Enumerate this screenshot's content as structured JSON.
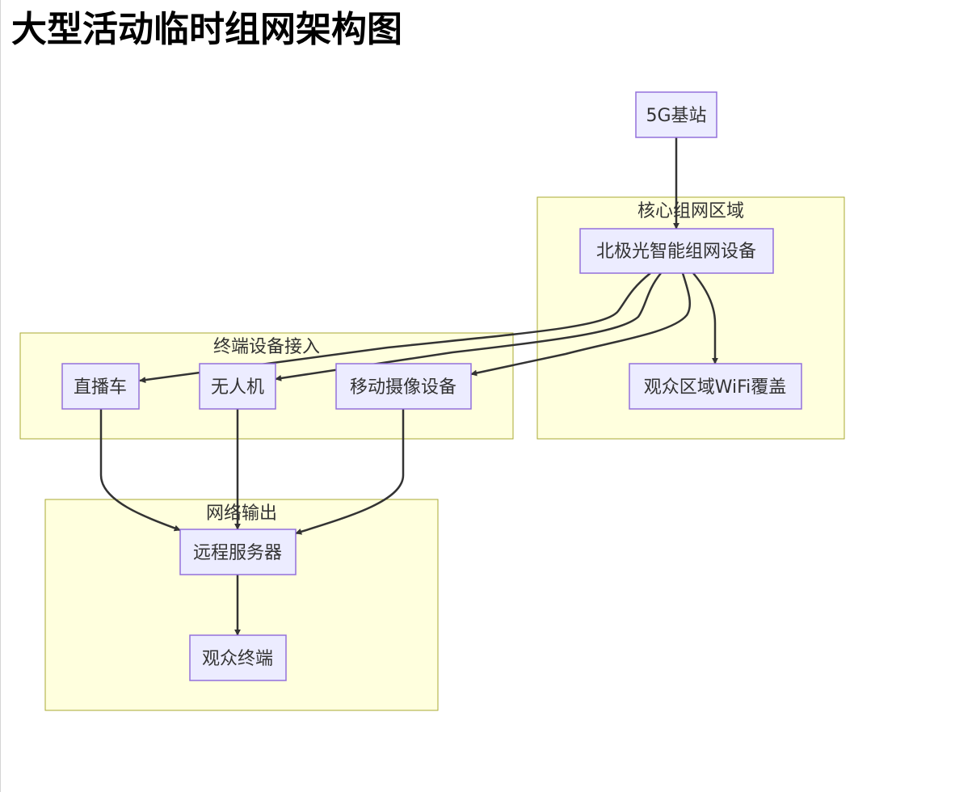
{
  "title": "大型活动临时组网架构图",
  "colors": {
    "node_fill": "#ececff",
    "node_stroke": "#9370db",
    "cluster_fill": "#ffffde",
    "cluster_stroke": "#aaaa33",
    "edge": "#333333",
    "text": "#333333"
  },
  "clusters": {
    "core": "核心组网区域",
    "terminal": "终端设备接入",
    "output": "网络输出"
  },
  "nodes": {
    "base_station": "5G基站",
    "aurora": "北极光智能组网设备",
    "wifi": "观众区域WiFi覆盖",
    "broadcast_van": "直播车",
    "drone": "无人机",
    "camera": "移动摄像设备",
    "server": "远程服务器",
    "audience_terminal": "观众终端"
  },
  "edges": [
    {
      "from": "base_station",
      "to": "aurora"
    },
    {
      "from": "aurora",
      "to": "broadcast_van"
    },
    {
      "from": "aurora",
      "to": "drone"
    },
    {
      "from": "aurora",
      "to": "camera"
    },
    {
      "from": "aurora",
      "to": "wifi"
    },
    {
      "from": "broadcast_van",
      "to": "server"
    },
    {
      "from": "drone",
      "to": "server"
    },
    {
      "from": "camera",
      "to": "server"
    },
    {
      "from": "server",
      "to": "audience_terminal"
    }
  ]
}
